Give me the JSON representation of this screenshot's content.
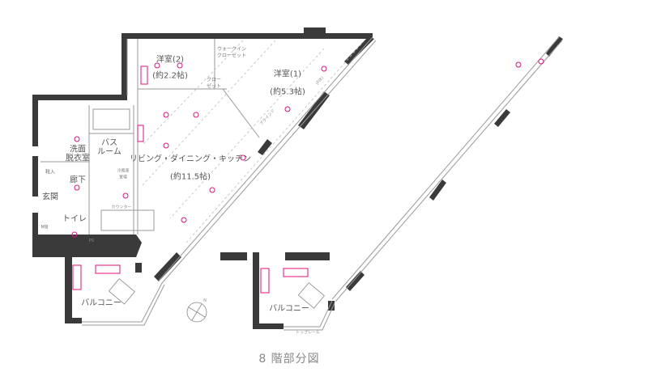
{
  "rooms": {
    "western2": {
      "name": "洋室(2)",
      "size": "(約2.2帖)"
    },
    "walkin": {
      "line1": "ウォークイン",
      "line2": "クローゼット"
    },
    "closet": {
      "line1": "クロー",
      "line2": "ゼット"
    },
    "western1": {
      "name": "洋室(1)",
      "size": "(約5.3帖)"
    },
    "ldk": {
      "name": "リビング・ダイニング・キッチン",
      "size": "(約11.5帖)"
    },
    "bath": {
      "line1": "バス",
      "line2": "ルーム"
    },
    "washroom": {
      "line1": "洗面",
      "line2": "脱衣室"
    },
    "storage": "靴入",
    "hallway": "廊下",
    "entrance": "玄関",
    "toilet": "トイレ",
    "mb": "MB",
    "ps": "PS",
    "fridge": {
      "line1": "冷蔵庫",
      "line2": "置場"
    },
    "balcony_main": "バルコニー",
    "balcony_upper": "バルコニー"
  },
  "annotations": {
    "counter": "カウンター",
    "blind": "ブラインド",
    "fix": "(FIX)",
    "top_rail": "トップレール",
    "north": "N"
  },
  "caption": "8 階部分図",
  "colors": {
    "wall": "#3a3a3a",
    "fixture": "#e0107f",
    "line": "#9a9a9a"
  }
}
